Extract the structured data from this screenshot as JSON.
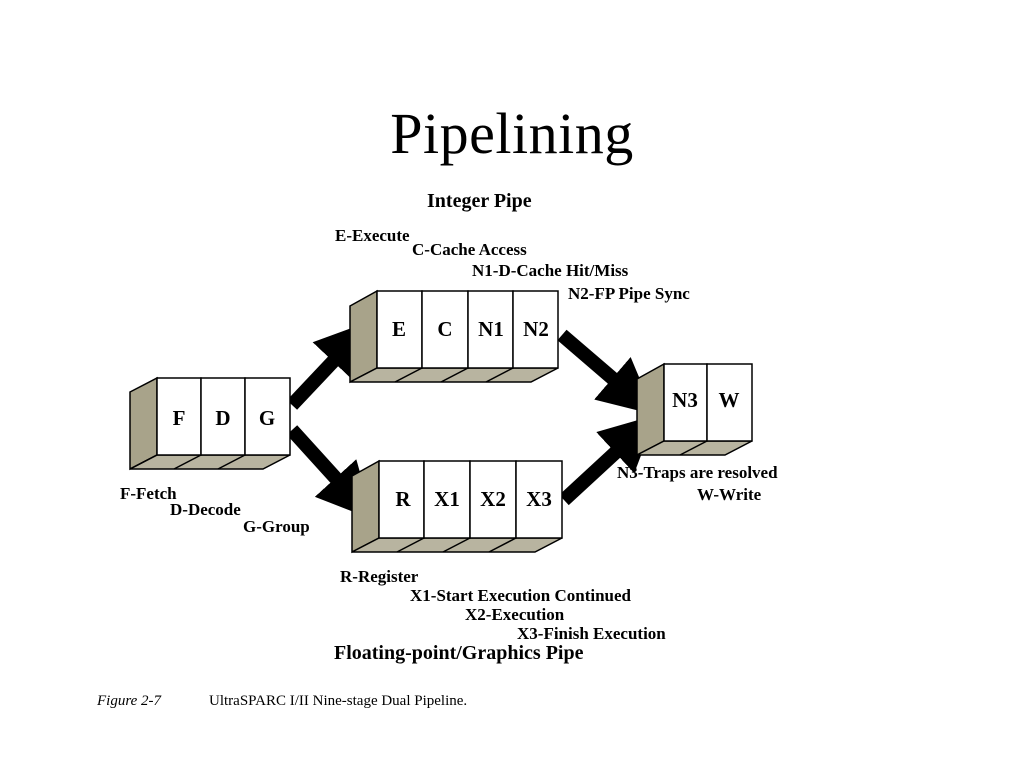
{
  "slide": {
    "title": "Pipelining"
  },
  "integer_pipe": {
    "title": "Integer Pipe",
    "stages": [
      "E",
      "C",
      "N1",
      "N2"
    ],
    "legend": [
      "E-Execute",
      "C-Cache Access",
      "N1-D-Cache Hit/Miss",
      "N2-FP Pipe Sync"
    ]
  },
  "front_pipe": {
    "stages": [
      "F",
      "D",
      "G"
    ],
    "legend": [
      "F-Fetch",
      "D-Decode",
      "G-Group"
    ]
  },
  "fp_pipe": {
    "title": "Floating-point/Graphics Pipe",
    "stages": [
      "R",
      "X1",
      "X2",
      "X3"
    ],
    "legend": [
      "R-Register",
      "X1-Start Execution Continued",
      "X2-Execution",
      "X3-Finish Execution"
    ]
  },
  "end_pipe": {
    "stages": [
      "N3",
      "W"
    ],
    "legend": [
      "N3-Traps are resolved",
      "W-Write"
    ]
  },
  "caption": {
    "figure": "Figure 2-7",
    "text": "UltraSPARC I/II Nine-stage Dual Pipeline."
  },
  "colors": {
    "box_side": "#a8a38a",
    "box_face": "#ffffff",
    "arrow": "#000000"
  }
}
